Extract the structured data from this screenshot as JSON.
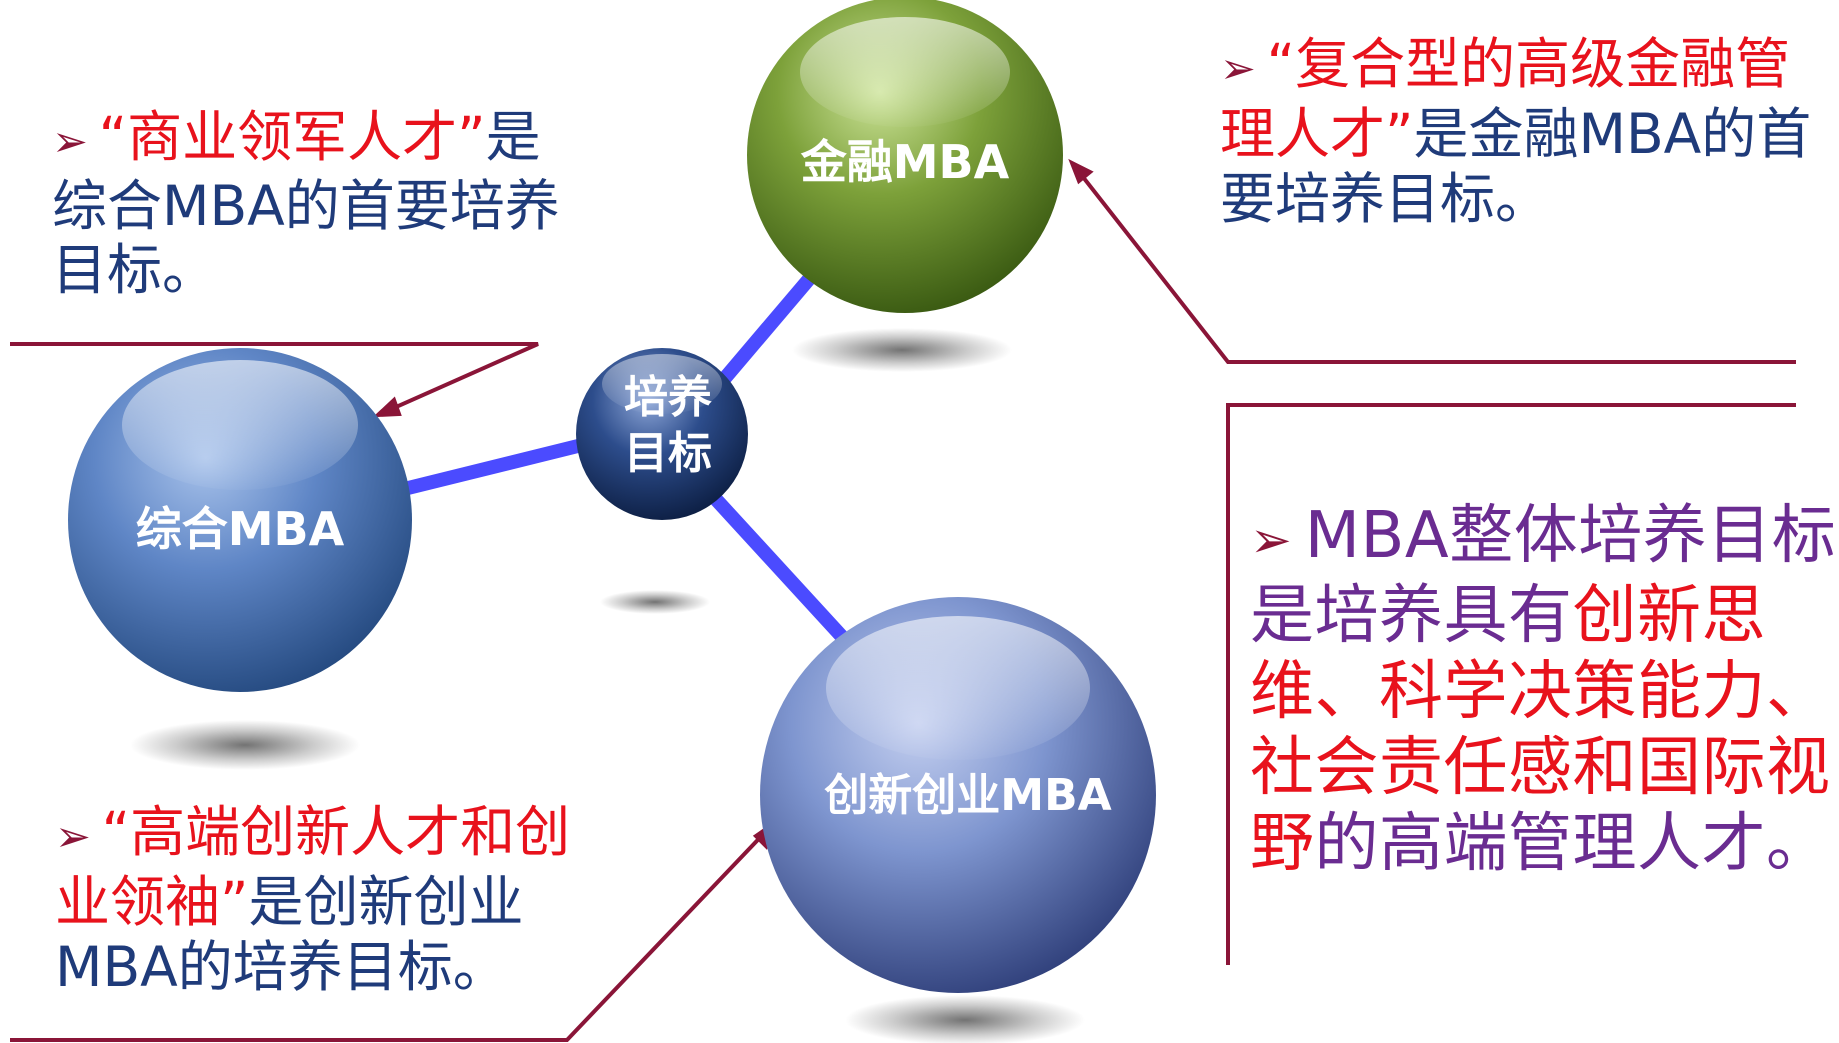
{
  "center_node": {
    "line1": "培养",
    "line2": "目标"
  },
  "nodes": {
    "comprehensive": "综合MBA",
    "finance": "金融MBA",
    "innovation": "创新创业MBA"
  },
  "notes": {
    "comprehensive": {
      "bullet": "➢",
      "highlight": "“商业领军人才”",
      "rest": "是综合MBA的首要培养目标。"
    },
    "finance": {
      "bullet": "➢",
      "highlight": "“复合型的高级金融管理人才”",
      "rest": "是金融MBA的首要培养目标。"
    },
    "innovation": {
      "bullet": "➢",
      "highlight": "“高端创新人才和创业领袖”",
      "rest": "是创新创业MBA的培养目标。"
    },
    "overall": {
      "bullet": "➢",
      "part1": "MBA整体培养目标是培养具有",
      "highlight": "创新思维、科学决策能力、社会责任感和国际视野",
      "part2": "的高端管理人才。"
    }
  },
  "colors": {
    "highlight_red": "#e8121c",
    "body_blue": "#1f3b7a",
    "overall_purple": "#6a2c91",
    "callout_line": "#8a1538",
    "connector": "#4b4bff",
    "sphere_blue": "#4f77b6",
    "sphere_green": "#5f8a2a",
    "sphere_center": "#1e3a6e"
  }
}
